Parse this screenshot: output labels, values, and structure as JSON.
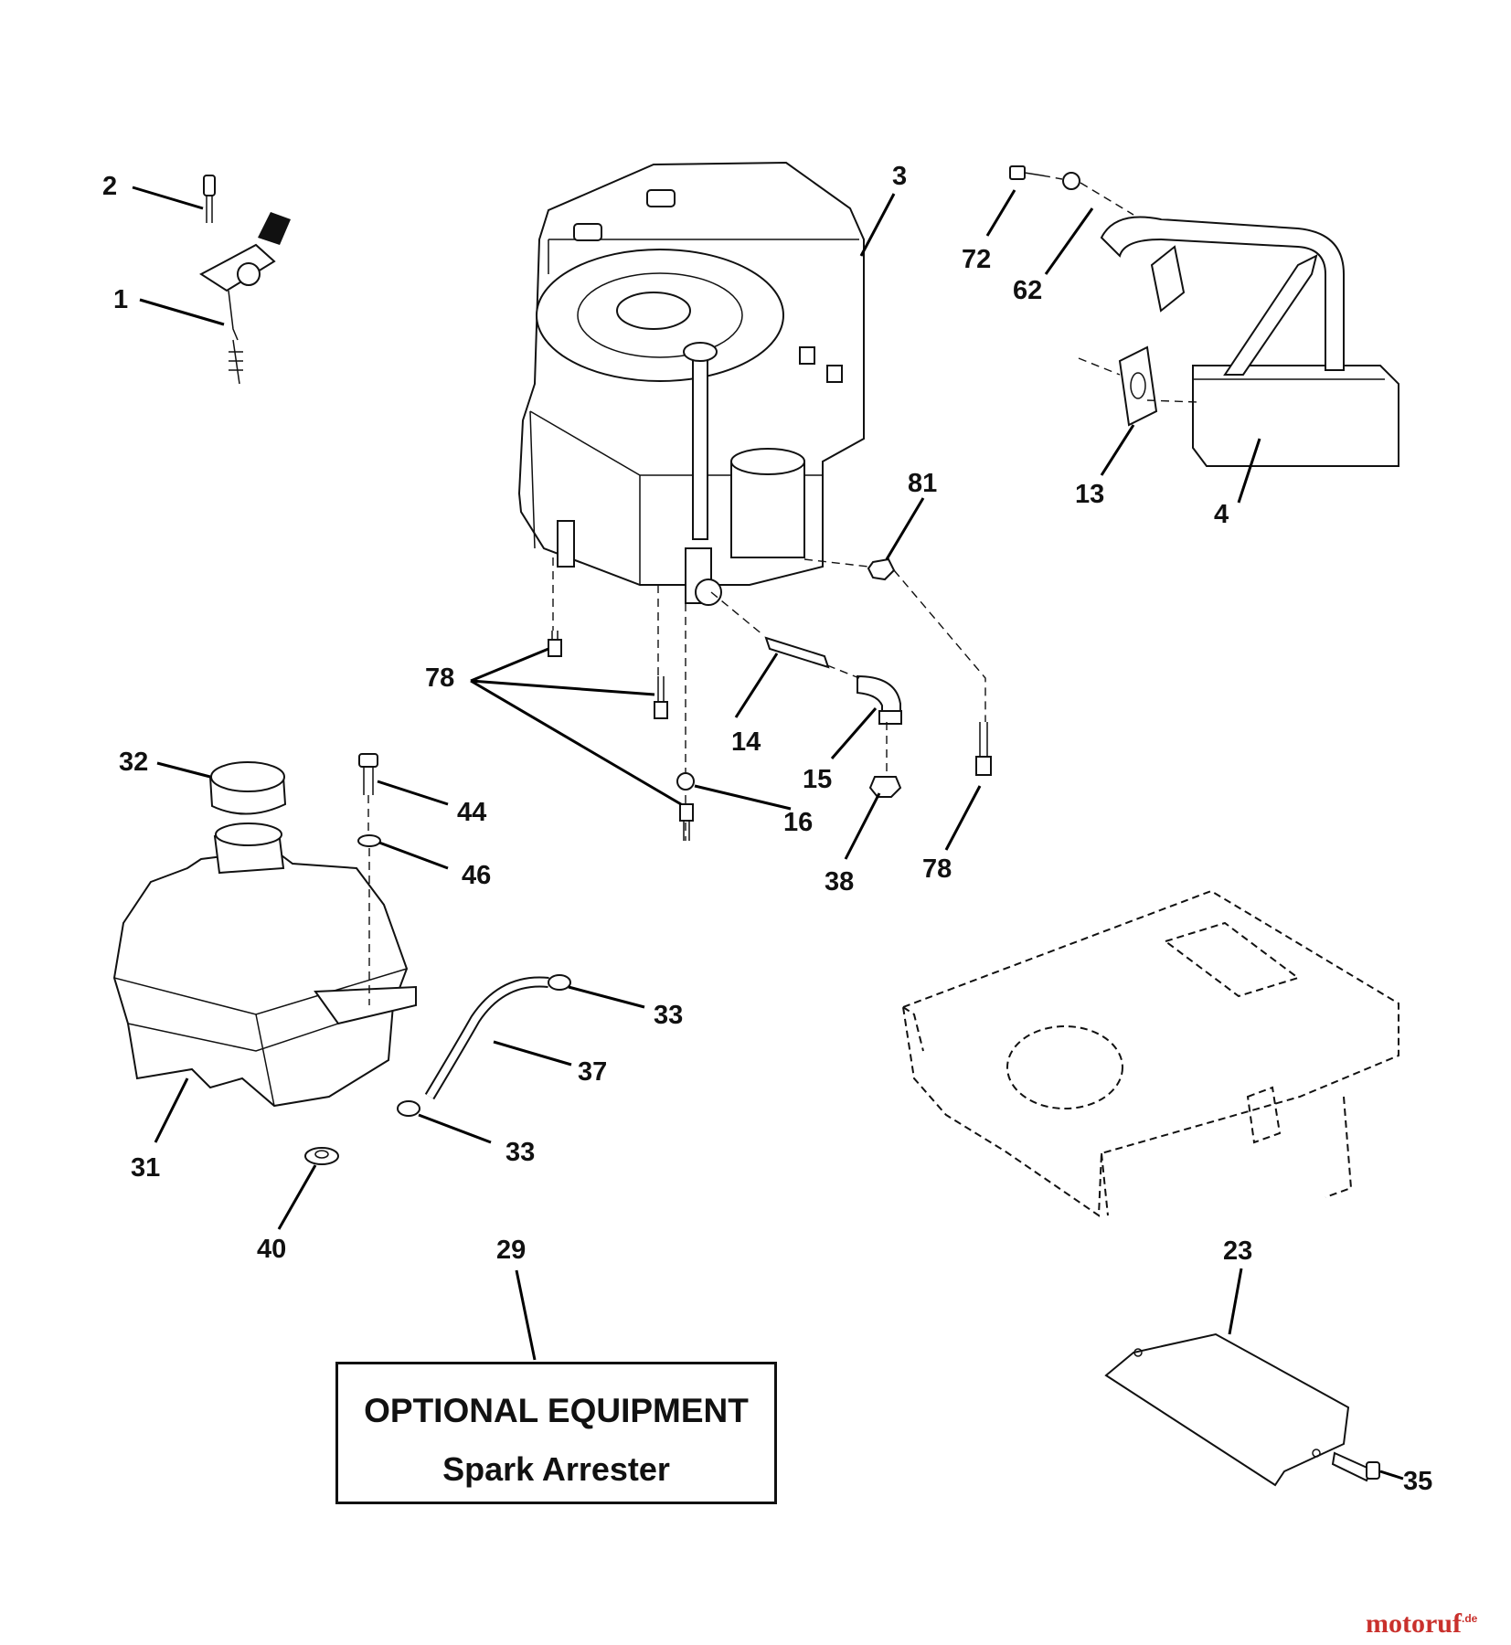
{
  "diagram": {
    "title": "Engine and fuel tank parts diagram",
    "callouts": {
      "c1": "1",
      "c2": "2",
      "c3": "3",
      "c4": "4",
      "c13": "13",
      "c14": "14",
      "c15": "15",
      "c16": "16",
      "c23": "23",
      "c29": "29",
      "c31": "31",
      "c32": "32",
      "c33a": "33",
      "c33b": "33",
      "c35": "35",
      "c37": "37",
      "c38": "38",
      "c40": "40",
      "c44": "44",
      "c46": "46",
      "c62": "62",
      "c72": "72",
      "c78a": "78",
      "c78b": "78",
      "c81": "81"
    }
  },
  "optional_box": {
    "title": "OPTIONAL EQUIPMENT",
    "subtitle": "Spark Arrester"
  },
  "watermark": {
    "brand": "motoruf",
    "suffix": ".de",
    "color": "#c9302c"
  }
}
